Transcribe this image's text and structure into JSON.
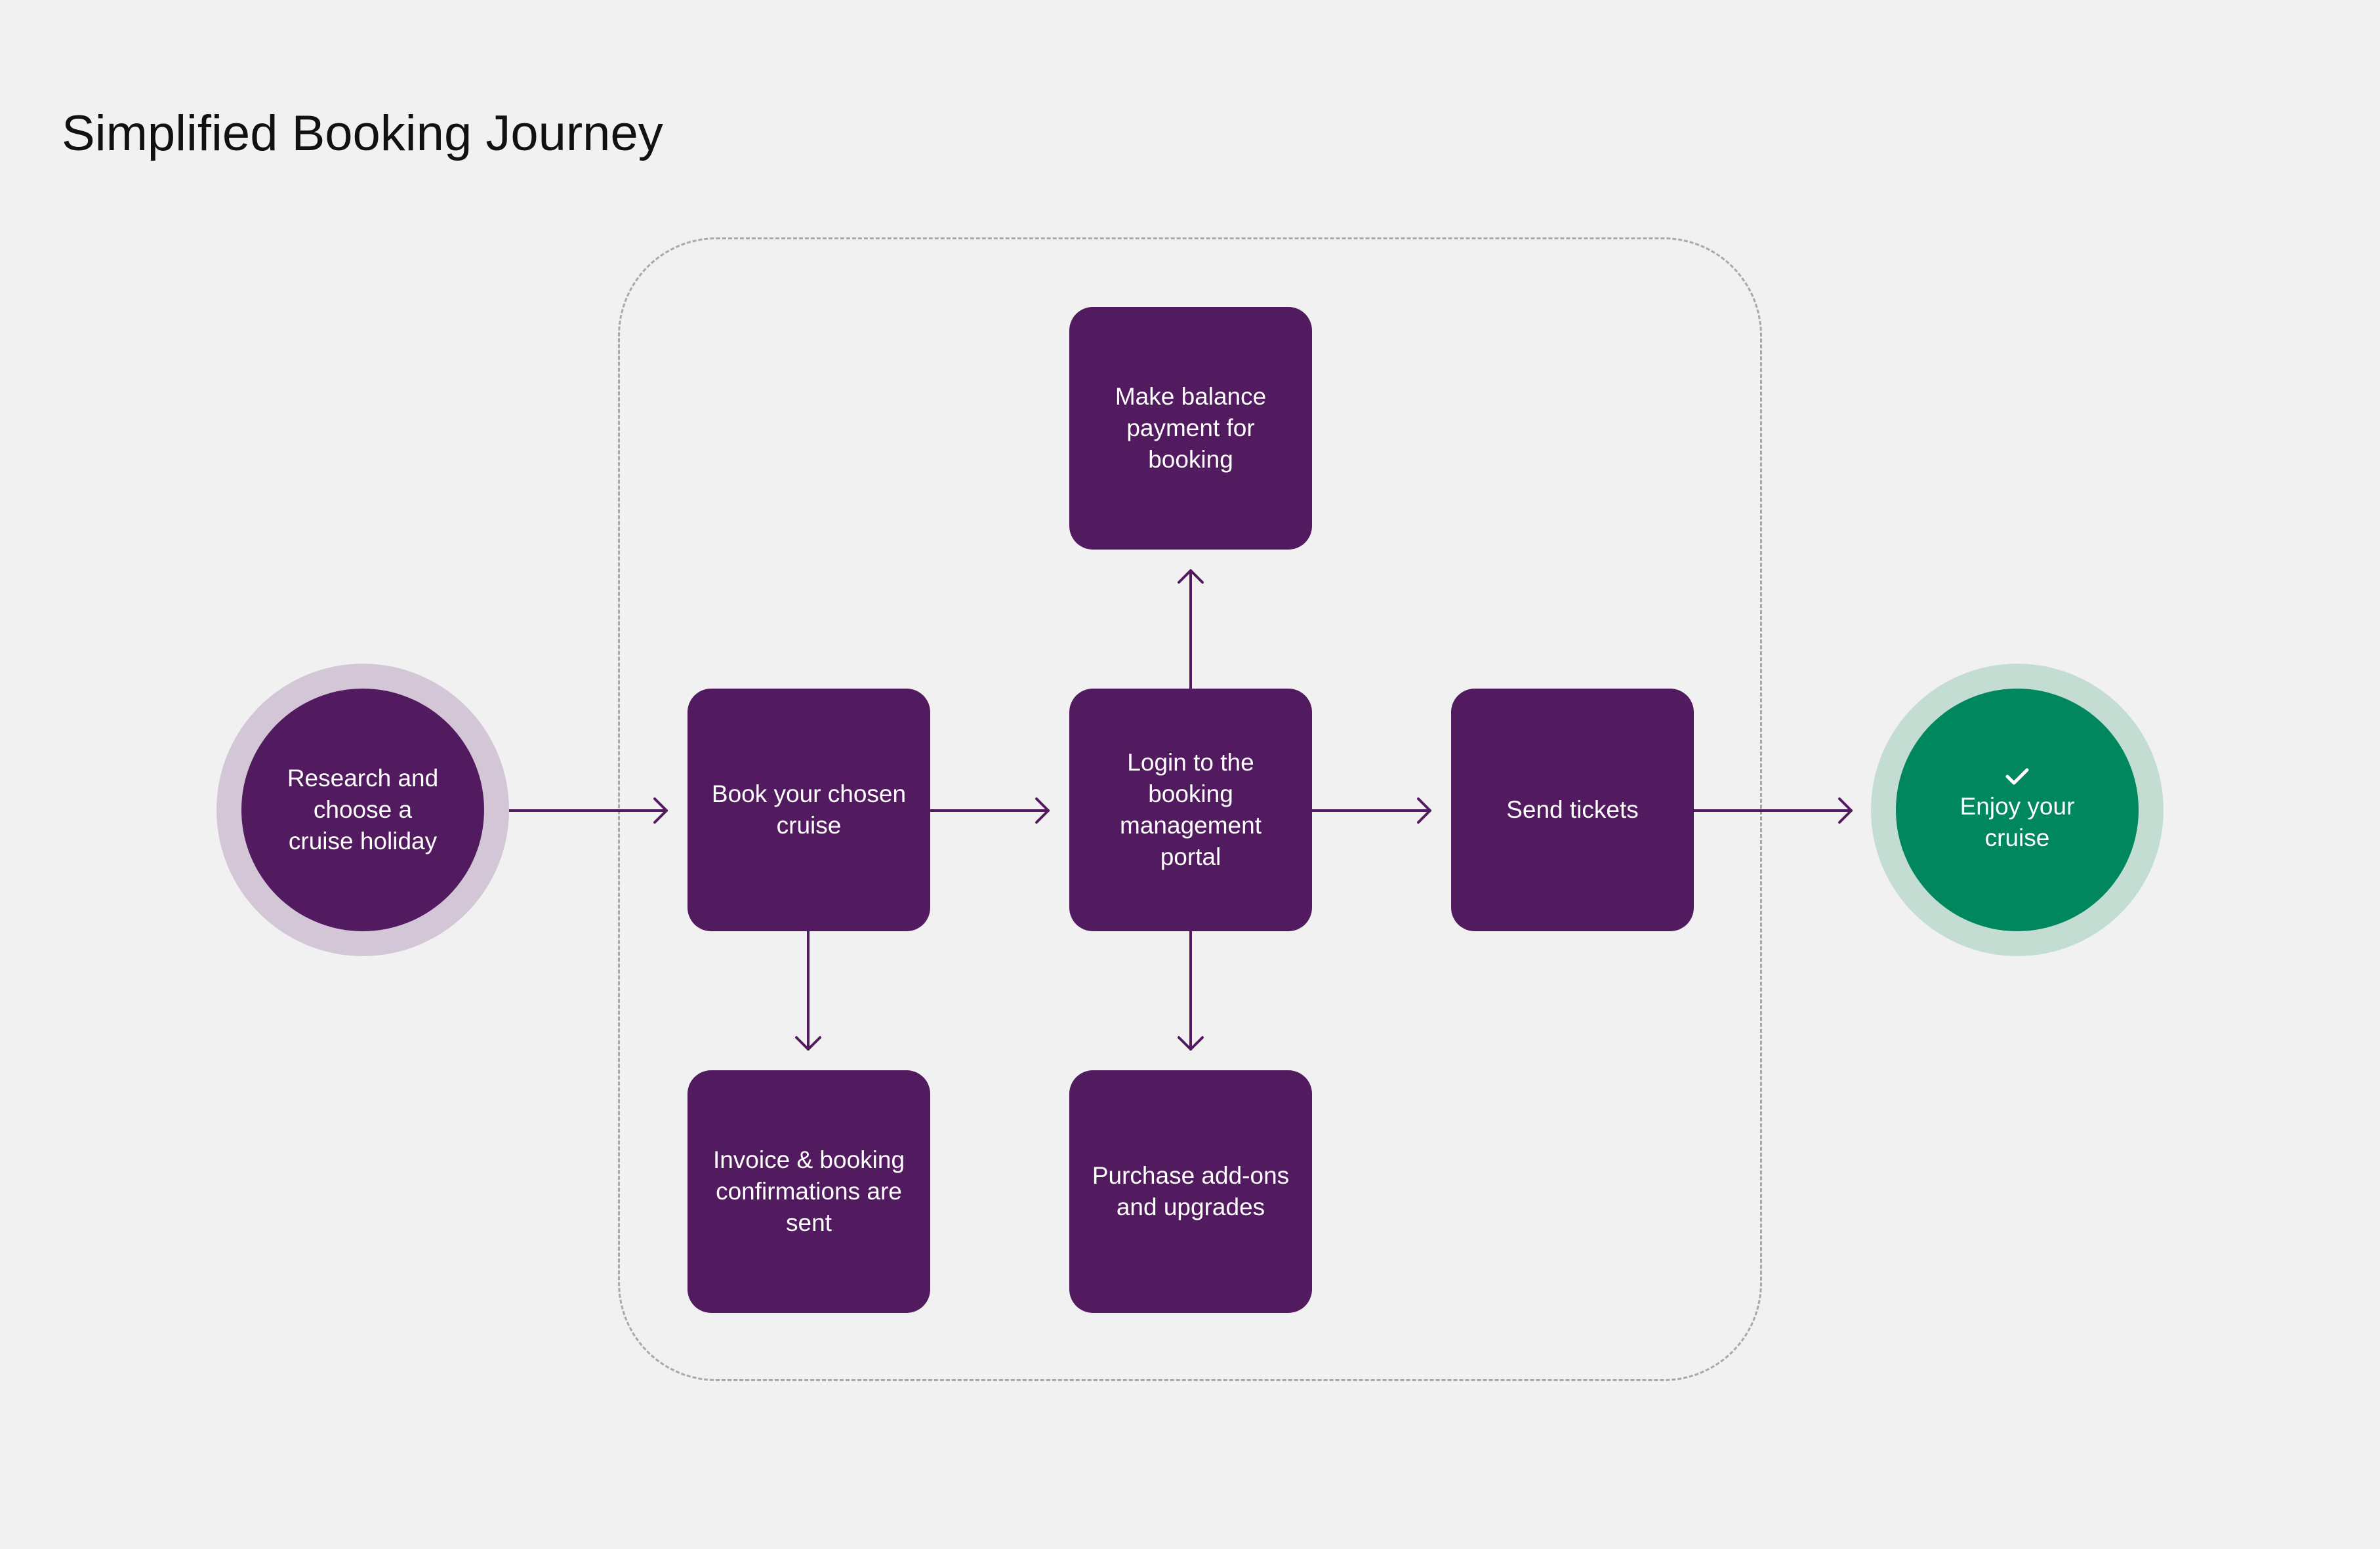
{
  "title": "Simplified Booking Journey",
  "start": {
    "label": "Research and choose a cruise holiday"
  },
  "steps": {
    "book": "Book your chosen cruise",
    "login": "Login to the booking management portal",
    "balance": "Make balance payment for booking",
    "invoice": "Invoice & booking confirmations are sent",
    "addons": "Purchase add-ons and upgrades",
    "tickets": "Send tickets"
  },
  "end": {
    "label": "Enjoy your cruise",
    "icon": "check-icon"
  },
  "colors": {
    "primary": "#521a5f",
    "start_ring": "#d3c6d6",
    "end": "#00875e",
    "end_ring": "#c4ddd3",
    "frame": "#a9a9a9",
    "background": "#f2f1f1"
  }
}
